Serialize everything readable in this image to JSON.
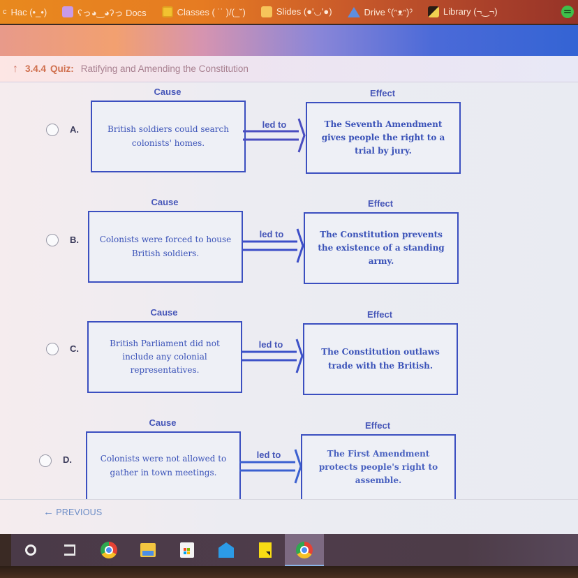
{
  "bookmarks": [
    {
      "label": "Hac (•_•)",
      "icon": "hac-icon"
    },
    {
      "label": "ʕ⁠っ◕‿◕ʔっ Docs",
      "icon": "docs-icon"
    },
    {
      "label": "Classes ( ˙˙ )/(_˘)",
      "icon": "classes-icon"
    },
    {
      "label": "Slides (●'◡'●)",
      "icon": "slides-icon"
    },
    {
      "label": "Drive ˁ(ᵔᴥᵔ)ˀ",
      "icon": "drive-icon"
    },
    {
      "label": "Library (¬‿¬)",
      "icon": "library-icon"
    }
  ],
  "header": {
    "back_icon": "up-arrow-icon",
    "up_glyph": "↑",
    "quiz_number": "3.4.4",
    "quiz_kind": "Quiz:",
    "quiz_title": "Ratifying and Amending the Constitution"
  },
  "labels": {
    "cause": "Cause",
    "effect": "Effect",
    "led_to": "led to"
  },
  "options": [
    {
      "letter": "A.",
      "cause": "British soldiers could search colonists' homes.",
      "effect": "The Seventh Amendment gives people the right to a trial by jury."
    },
    {
      "letter": "B.",
      "cause": "Colonists were forced to house British soldiers.",
      "effect": "The Constitution prevents the existence of a standing army."
    },
    {
      "letter": "C.",
      "cause": "British Parliament did not include any colonial representatives.",
      "effect": "The Constitution outlaws trade with the British."
    },
    {
      "letter": "D.",
      "cause": "Colonists were not allowed to gather in town meetings.",
      "effect": "The First Amendment protects people's right to assemble."
    }
  ],
  "navigation": {
    "previous_glyph": "←",
    "previous_label": "PREVIOUS"
  },
  "taskbar": [
    {
      "name": "search-icon"
    },
    {
      "name": "task-view-icon"
    },
    {
      "name": "chrome-icon"
    },
    {
      "name": "file-explorer-icon"
    },
    {
      "name": "store-icon"
    },
    {
      "name": "mail-icon"
    },
    {
      "name": "sticky-notes-icon"
    },
    {
      "name": "chrome-active-icon",
      "active": true
    }
  ],
  "colors": {
    "accent_blue": "#3b4fc0",
    "quiz_orange": "#d0704e"
  }
}
